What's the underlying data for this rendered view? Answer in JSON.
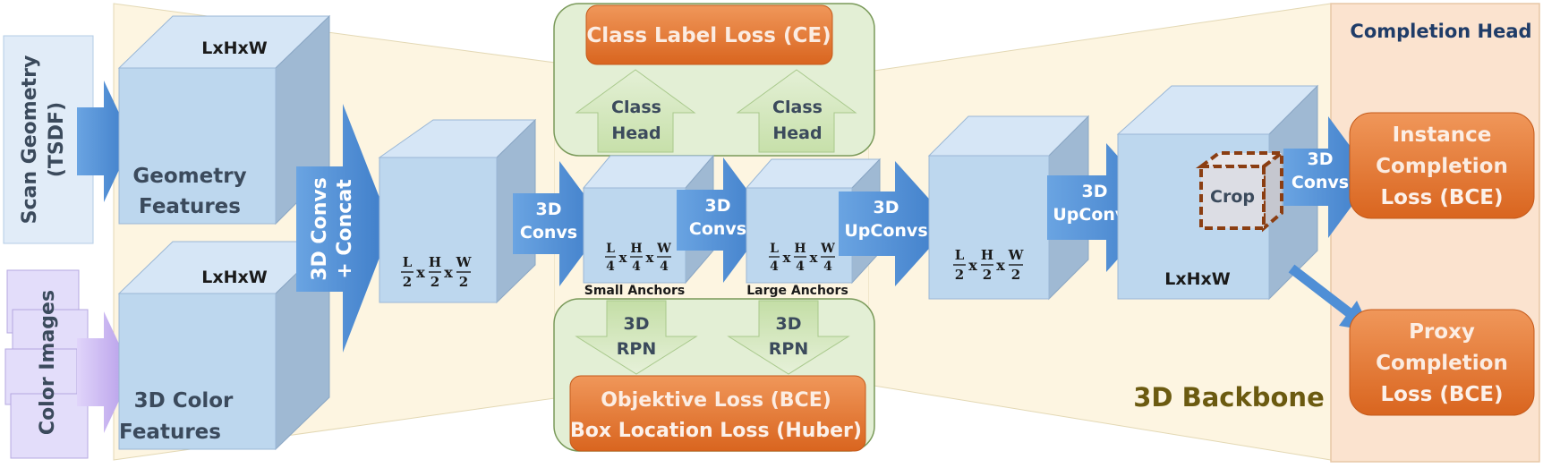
{
  "inputs": {
    "scan_geometry": [
      "Scan Geometry",
      "(TSDF)"
    ],
    "color_images": "Color Images"
  },
  "features": {
    "geometry": [
      "Geometry",
      "Features"
    ],
    "color": [
      "3D Color",
      "Features"
    ],
    "dims_label": "LxHxW"
  },
  "ops": {
    "concat": [
      "3D Convs",
      "+ Concat"
    ],
    "convs": [
      "3D",
      "Convs"
    ],
    "upconvs": [
      "3D",
      "UpConvs"
    ],
    "crop": "Crop",
    "convs_head": [
      "3D",
      "Convs"
    ]
  },
  "fractions": {
    "half": {
      "num": [
        "L",
        "H",
        "W"
      ],
      "den": "2"
    },
    "quarter": {
      "num": [
        "L",
        "H",
        "W"
      ],
      "den": "4"
    }
  },
  "anchors": {
    "small": "Small Anchors",
    "large": "Large Anchors"
  },
  "heads": {
    "class_head": [
      "Class",
      "Head"
    ],
    "rpn": [
      "3D",
      "RPN"
    ]
  },
  "losses": {
    "class_label": "Class Label Loss (CE)",
    "objective": "Objektive Loss (BCE)",
    "box_location": "Box Location Loss (Huber)",
    "instance_completion": [
      "Instance",
      "Completion",
      "Loss (BCE)"
    ],
    "proxy_completion": [
      "Proxy",
      "Completion",
      "Loss (BCE)"
    ]
  },
  "titles": {
    "backbone": "3D Backbone",
    "completion_head": "Completion Head"
  },
  "colors": {
    "backbone_bg": "#fdf5e1",
    "head_bg": "#fbe3cf",
    "green_panel": "#e3efd5",
    "orange_loss": "#e5772f",
    "cube_front": "#bdd7ee",
    "cube_top": "#d6e6f6",
    "cube_side": "#9fb9d3",
    "arrow_blue": "#4f8fd6",
    "crop_outline": "#8b3e12"
  }
}
